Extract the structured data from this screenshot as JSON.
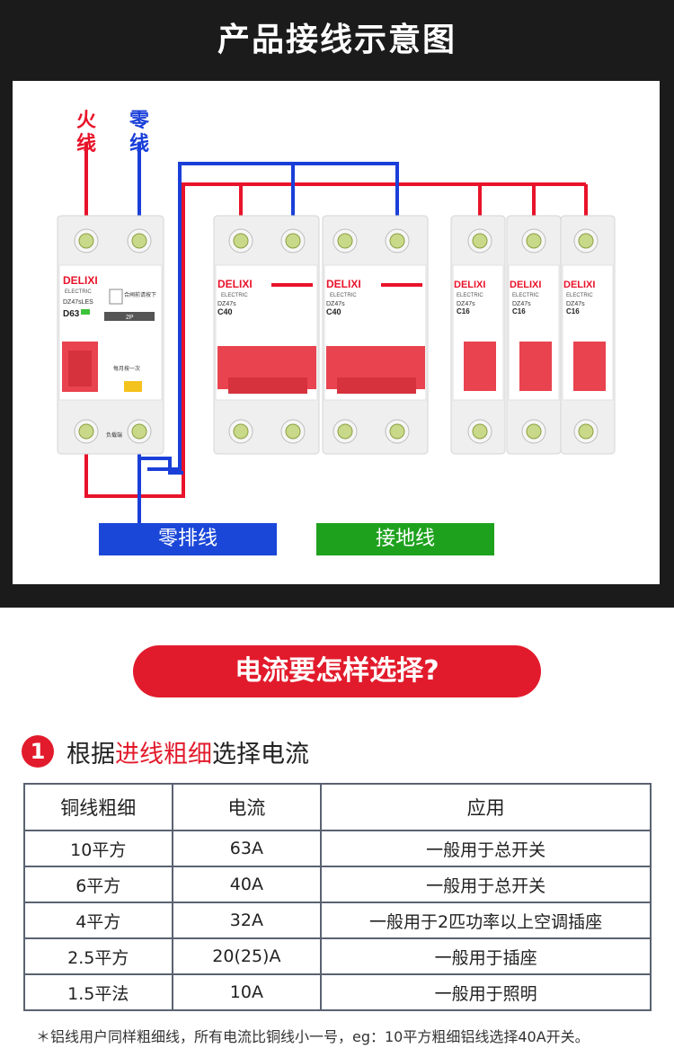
{
  "page_title": "产品接线示意图",
  "diagram": {
    "live_label": "火线",
    "neutral_label": "零线",
    "neutral_bar_label": "零排线",
    "ground_bar_label": "接地线",
    "colors": {
      "live": "#e8132a",
      "neutral": "#1a3fd9",
      "breaker_red": "#e8434e",
      "bar_blue": "#1b47d8",
      "bar_green": "#1ea21e"
    },
    "rcd": {
      "brand": "DELIXI",
      "sub": "ELECTRIC",
      "model": "DZ47sLES",
      "rating": "D63",
      "poles": "2P",
      "notice": "合闸前请按下",
      "monthly": "每月按一次",
      "side_text": "负载端"
    },
    "breakers_2p": [
      {
        "brand": "DELIXI",
        "sub": "ELECTRIC",
        "model": "DZ47s",
        "rating": "C40"
      },
      {
        "brand": "DELIXI",
        "sub": "ELECTRIC",
        "model": "DZ47s",
        "rating": "C40"
      }
    ],
    "breakers_1p": [
      {
        "brand": "DELIXI",
        "sub": "ELECTRIC",
        "model": "DZ47s",
        "rating": "C16"
      },
      {
        "brand": "DELIXI",
        "sub": "ELECTRIC",
        "model": "DZ47s",
        "rating": "C16"
      },
      {
        "brand": "DELIXI",
        "sub": "ELECTRIC",
        "model": "DZ47s",
        "rating": "C16"
      }
    ]
  },
  "section_banner": "电流要怎样选择?",
  "step": {
    "number": "1",
    "text_before": "根据",
    "text_highlight": "进线粗细",
    "text_after": "选择电流"
  },
  "table": {
    "headers": [
      "铜线粗细",
      "电流",
      "应用"
    ],
    "rows": [
      [
        "10平方",
        "63A",
        "一般用于总开关"
      ],
      [
        "6平方",
        "40A",
        "一般用于总开关"
      ],
      [
        "4平方",
        "32A",
        "一般用于2匹功率以上空调插座"
      ],
      [
        "2.5平方",
        "20(25)A",
        "一般用于插座"
      ],
      [
        "1.5平法",
        "10A",
        "一般用于照明"
      ]
    ]
  },
  "footnote": "＊铝线用户同样粗细线，所有电流比铜线小一号，eg：10平方粗细铝线选择40A开关。"
}
